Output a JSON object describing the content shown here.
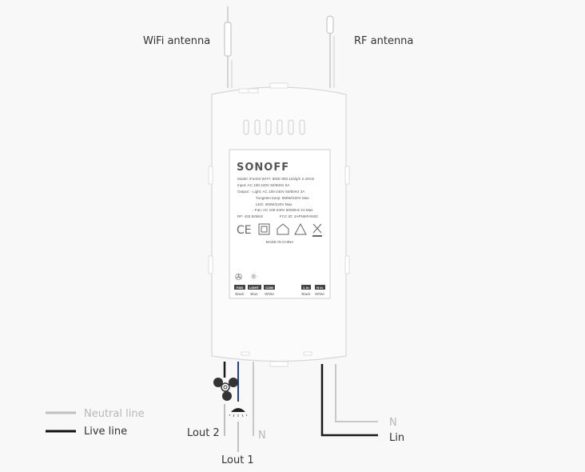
{
  "antennas": {
    "wifi": "WiFi antenna",
    "rf": "RF antenna"
  },
  "label": {
    "brand": "SONOFF",
    "lines": [
      "Model: iFan03    Wi-Fi: IEEE 802.11b/g/n 2.4GHz",
      "Input: AC 100-240V 50/60Hz 5A",
      "Output: - Light: AC 100-240V 50/60Hz 3A",
      "Tungsten lamp: 660W/220V Max",
      "LED: 300W/220V Max",
      "- Fan: AC 100-240V 50/60Hz 2A Max",
      "RF: 433.92MHz",
      "FCC ID: 2APN5IFAN03"
    ],
    "made_in": "MADE IN CHINA",
    "terminals": [
      {
        "tag": "FAN",
        "color": "Black"
      },
      {
        "tag": "LIGHT",
        "color": "Blue"
      },
      {
        "tag": "COM",
        "color": "White"
      },
      {
        "tag": "L in",
        "color": "Black"
      },
      {
        "tag": "N in",
        "color": "White"
      }
    ]
  },
  "wires": {
    "lout2": "Lout 2",
    "lout1": "Lout 1",
    "n_left": "N",
    "n_right": "N",
    "lin": "Lin"
  },
  "legend": {
    "neutral": "Neutral line",
    "live": "Live line"
  },
  "colors": {
    "neutral": "#c0c0c0",
    "live": "#1a1a1a",
    "blue": "#1f3f9a",
    "body_outline": "#d6d6d6"
  }
}
